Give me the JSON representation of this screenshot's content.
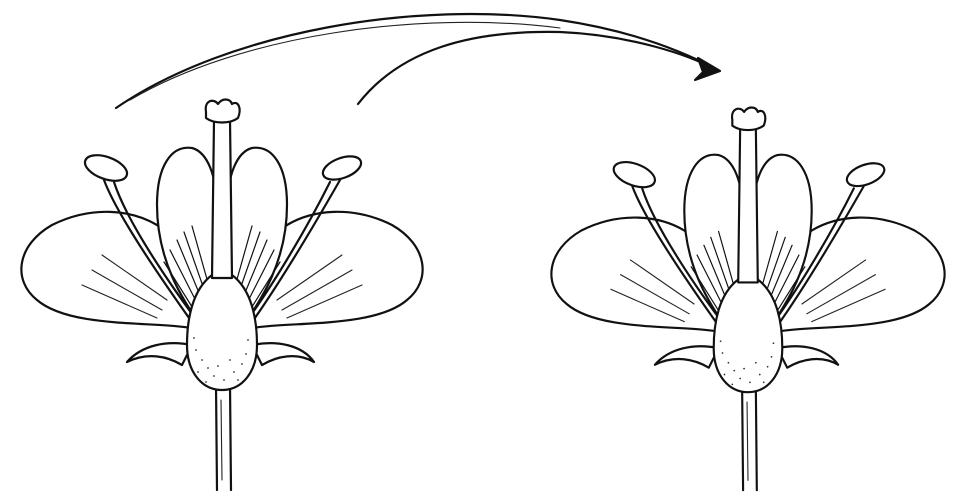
{
  "diagram": {
    "nodes": [
      {
        "id": "flower-left",
        "depicts": "flower-cross-section"
      },
      {
        "id": "flower-right",
        "depicts": "flower-cross-section"
      }
    ],
    "edges": [
      {
        "from": "flower-left",
        "to": "flower-right",
        "style": "curved-arrow"
      }
    ]
  },
  "colors": {
    "ink": "#111111",
    "background": "#ffffff"
  }
}
